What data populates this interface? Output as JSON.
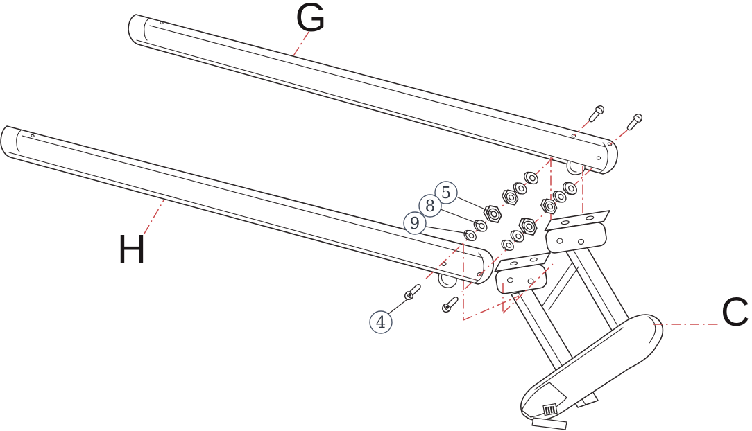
{
  "diagram": {
    "type": "exploded-assembly-diagram",
    "background": "#ffffff",
    "line_color": "#2b2627",
    "alignment_line_color": "#cc4a4c",
    "part_labels": {
      "g": "G",
      "h": "H",
      "c": "C"
    },
    "callouts": {
      "item4": "4",
      "item5": "5",
      "item8": "8",
      "item9": "9"
    }
  }
}
